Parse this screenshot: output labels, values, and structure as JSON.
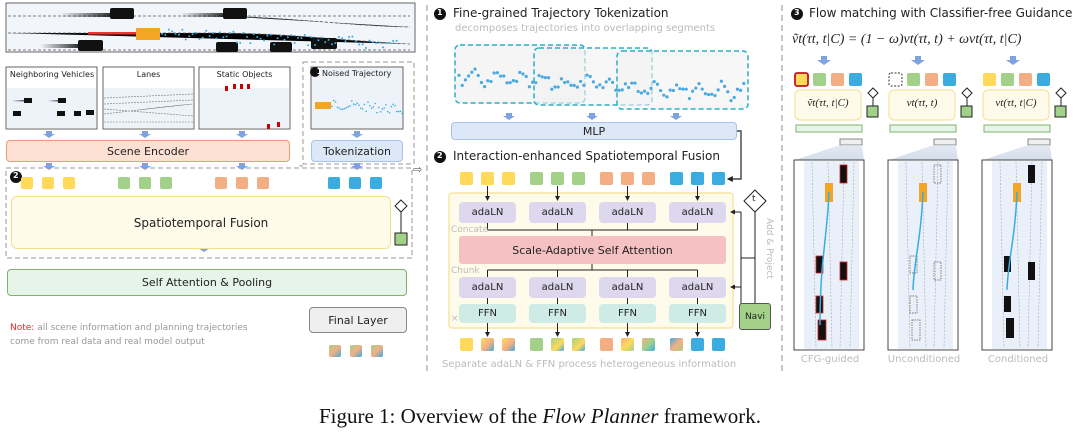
{
  "colors": {
    "yellow": "#FFD95A",
    "green": "#A3D18A",
    "orange": "#F4AE84",
    "blue": "#3AACE0",
    "navi_green": "#A3D18A",
    "scene_encoder_bg": "#FCE1D3",
    "scene_encoder_border": "#E8A07A",
    "tokenization_bg": "#DCE8F7",
    "fusion_bg": "#FFFBEA",
    "fusion_border": "#F6DE8F",
    "attn_pool_bg": "#E6F4EA",
    "attn_pool_border": "#7FB36A",
    "adaln_bg": "#DDD8EE",
    "ffn_bg": "#CFEBE6",
    "saa_bg": "#F6C1C3",
    "note_red": "#E8252C",
    "gray_text": "#AAAAAA",
    "ego": "#F5A524",
    "trajectory": "#3AACE0",
    "arrow": "#7FA3E0"
  },
  "left_panel": {
    "top_scene": {
      "description": "driving scene with ego vehicle, neighbors and noised trajectory"
    },
    "inputs": [
      {
        "label": "Neighboring Vehicles"
      },
      {
        "label": "Lanes"
      },
      {
        "label": "Static Objects"
      }
    ],
    "noised_trajectory": {
      "badge": "1",
      "label": "Noised Trajectory"
    },
    "scene_encoder": "Scene Encoder",
    "tokenization": "Tokenization",
    "fusion_badge": "2",
    "spatiotemporal_fusion": "Spatiotemporal Fusion",
    "self_attention_pooling": "Self Attention & Pooling",
    "final_layer": "Final Layer",
    "note_prefix": "Note:",
    "note_line1": " all scene information and planning trajectories",
    "note_line2": "come from real data and real model output"
  },
  "middle_panel": {
    "section1_badge": "1",
    "section1_title": "Fine-grained Trajectory Tokenization",
    "section1_subtitle": "decomposes trajectories into overlapping segments",
    "mlp": "MLP",
    "section2_badge": "2",
    "section2_title": "Interaction-enhanced Spatiotemporal Fusion",
    "adaln": "adaLN",
    "concate": "Concate",
    "scale_adaptive": "Scale-Adaptive Self Attention",
    "chunk": "Chunk",
    "ffn": "FFN",
    "times_n": "× N",
    "t_symbol": "t",
    "add_project": "Add & Project",
    "navi": "Navi",
    "footer": "Separate adaLN & FFN process heterogeneous information"
  },
  "right_panel": {
    "section3_badge": "3",
    "section3_title": "Flow matching with Classifier-free Guidance",
    "equation": "ṽt(τt, t|C) = (1 − ω)vt(τt, t) + ωvt(τt, t|C)",
    "columns": [
      {
        "formula": "ṽt(τt, t|C)",
        "caption": "CFG-guided",
        "first_token": "highlighted"
      },
      {
        "formula": "vt(τt, t)",
        "caption": "Unconditioned",
        "first_token": "dropped"
      },
      {
        "formula": "vt(τt, t|C)",
        "caption": "Conditioned",
        "first_token": "normal"
      }
    ]
  },
  "caption": {
    "prefix": "Figure 1: Overview of the ",
    "italic": "Flow Planner",
    "suffix": " framework."
  }
}
